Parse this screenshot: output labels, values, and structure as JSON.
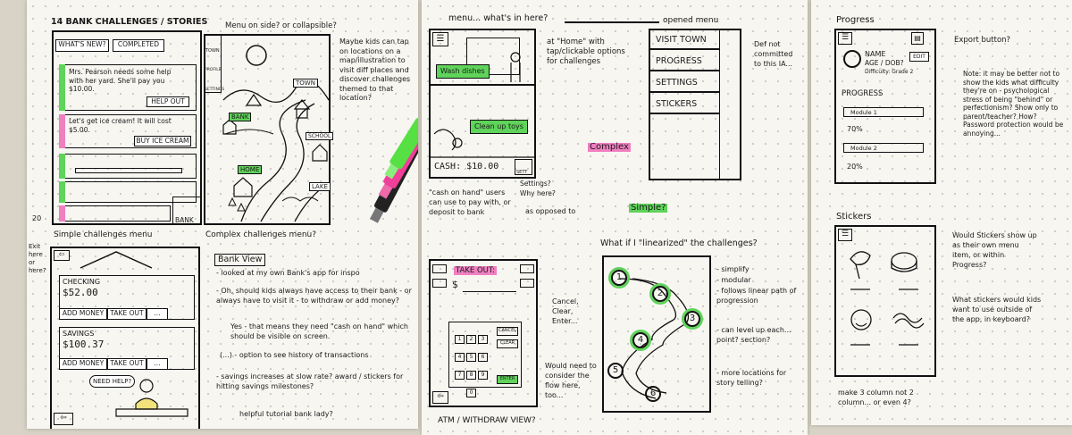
{
  "page1": {
    "heading": "14 BANK CHALLENGES / STORIES",
    "tabs": [
      "WHAT'S NEW?",
      "COMPLETED"
    ],
    "cards": [
      {
        "text": "Mrs. Pearson needs some help with her yard. She'll pay you $10.00.",
        "button": "HELP OUT"
      },
      {
        "text": "Let's get ice cream! It will cost $5.00.",
        "button": "BUY ICE CREAM"
      }
    ],
    "bank_label": "BANK",
    "page_num": "20",
    "simple_caption": "Simple challenges menu",
    "menu_side_note": "Menu on side? or collapsible?",
    "map_side_icons": [
      "TOWN",
      "PROFILE",
      "SETTINGS"
    ],
    "map_labels": [
      "TOWN",
      "BANK",
      "SCHOOL",
      "HOME",
      "LAKE"
    ],
    "complex_caption": "Complex challenges menu?",
    "map_note": "Maybe kids can tap on locations on a map/illustration to visit diff places and discover challenges themed to that location?",
    "exit_note": "Exit here or here?",
    "bank": {
      "checking_label": "CHECKING",
      "checking_amount": "$52.00",
      "savings_label": "SAVINGS",
      "savings_amount": "$100.37",
      "add_money": "ADD MONEY",
      "take_out": "TAKE OUT",
      "more": "...",
      "need_help": "NEED HELP?"
    },
    "bank_view_title": "Bank View",
    "bank_notes": [
      "- looked at my own Bank's app for inspo",
      "- Oh, should kids always have access to their bank - or always have to visit it - to withdraw or add money?",
      "Yes - that means they need \"cash on hand\" which should be visible on screen.",
      "(...) - option to see history of transactions",
      "- savings increases at slow rate? award / stickers for hitting savings milestones?",
      "helpful tutorial bank lady?"
    ]
  },
  "page2": {
    "top_note": "menu... what's in here?",
    "opened_menu_label": "opened menu",
    "menu_items": [
      "VISIT TOWN",
      "PROGRESS",
      "SETTINGS",
      "STICKERS"
    ],
    "def_note": "Def not committed to this IA...",
    "home_note": "at \"Home\" with tap/clickable options for challenges",
    "wash_dishes": "Wash dishes",
    "clean_toys": "Clean up toys",
    "cash": "CASH: $10.00",
    "sett": "SETT",
    "cash_note": "\"cash on hand\" users can use to pay with, or deposit to bank",
    "settings_note": "Settings? Why here?",
    "opposed_note": "as opposed to",
    "complex": "Complex",
    "simple": "Simple?",
    "linear_question": "What if I \"linearized\" the challenges?",
    "linear_notes": [
      "- simplify",
      "- modular",
      "- follows linear path of progression",
      "- can level up each... point? section?",
      "- more locations for story telling?"
    ],
    "path_nums": [
      "1",
      "2",
      "3",
      "4",
      "5",
      "6"
    ],
    "atm_take_out": "TAKE OUT:",
    "atm_dollar": "$",
    "atm_keys": [
      "1",
      "2",
      "3",
      "4",
      "5",
      "6",
      "7",
      "8",
      "9",
      "0"
    ],
    "atm_side_keys": [
      "CANCEL",
      "CLEAR",
      "ENTER"
    ],
    "atm_caption": "ATM / WITHDRAW VIEW?",
    "atm_note1": "Cancel, Clear, Enter...",
    "atm_note2": "Would need to consider the flow here, too..."
  },
  "page3": {
    "progress_title": "Progress",
    "export_note": "Export button?",
    "profile_name": "NAME",
    "profile_age": "AGE / DOB?",
    "profile_difficulty": "Difficulty: Grade 2",
    "edit": "EDIT",
    "progress_label": "PROGRESS",
    "modules": [
      {
        "name": "Module 1",
        "pct": "70%"
      },
      {
        "name": "Module 2",
        "pct": "20%"
      }
    ],
    "progress_note": "Note: it may be better not to show the kids what difficulty they're on - psychological stress of being \"behind\" or perfectionism? Show only to parent/teacher? How? Password protection would be annoying...",
    "stickers_title": "Stickers",
    "stickers_note1": "Would Stickers show up as their own menu item, or within Progress?",
    "stickers_note2": "What stickers would kids want to use outside of the app, in keyboard?",
    "stickers_note3": "make 3 column not 2 column... or even 4?"
  }
}
